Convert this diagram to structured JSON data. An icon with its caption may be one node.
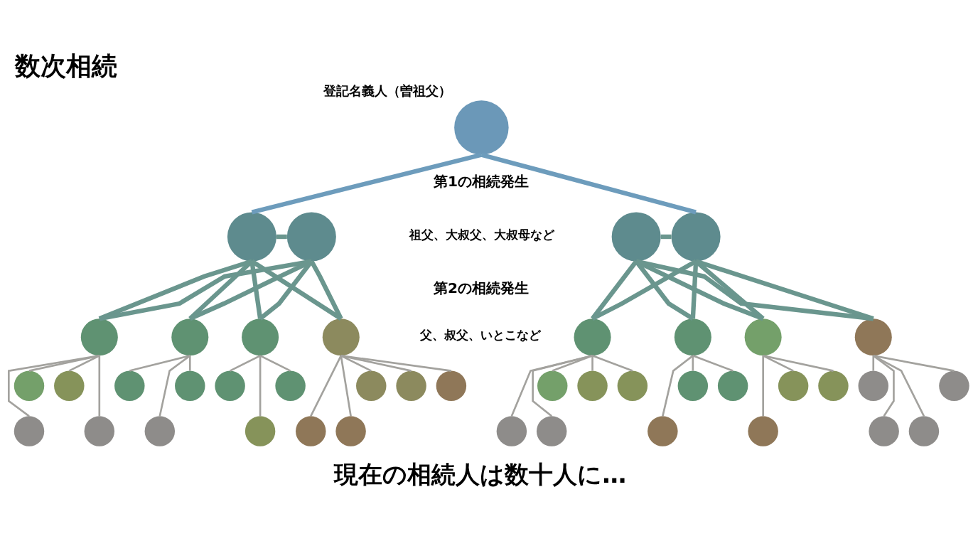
{
  "diagram": {
    "title": "数次相続",
    "caption": "現在の相続人は数十人に…",
    "nodes": [
      {
        "text": [],
        "shape": "person",
        "beside": [
          "登記名義人（曽祖父）"
        ]
      },
      {
        "text": [],
        "shape": "person"
      },
      {
        "text": [],
        "shape": "person"
      },
      {
        "text": [],
        "shape": "person"
      },
      {
        "text": [],
        "shape": "person"
      },
      {
        "text": [],
        "shape": "person"
      },
      {
        "text": [],
        "shape": "person"
      },
      {
        "text": [],
        "shape": "person"
      },
      {
        "text": [],
        "shape": "person"
      },
      {
        "text": [],
        "shape": "person"
      },
      {
        "text": [],
        "shape": "person"
      },
      {
        "text": [],
        "shape": "person"
      },
      {
        "text": [],
        "shape": "person"
      },
      {
        "text": [],
        "shape": "person"
      },
      {
        "text": [],
        "shape": "person"
      },
      {
        "text": [],
        "shape": "person"
      },
      {
        "text": [],
        "shape": "person"
      },
      {
        "text": [],
        "shape": "person"
      },
      {
        "text": [],
        "shape": "person"
      },
      {
        "text": [],
        "shape": "person"
      },
      {
        "text": [],
        "shape": "person"
      },
      {
        "text": [],
        "shape": "person"
      },
      {
        "text": [],
        "shape": "person"
      },
      {
        "text": [],
        "shape": "person"
      },
      {
        "text": [],
        "shape": "person"
      },
      {
        "text": [],
        "shape": "person"
      },
      {
        "text": [],
        "shape": "person"
      },
      {
        "text": [],
        "shape": "person"
      },
      {
        "text": [],
        "shape": "person"
      },
      {
        "text": [],
        "shape": "person"
      },
      {
        "text": [],
        "shape": "person"
      },
      {
        "text": [],
        "shape": "person"
      },
      {
        "text": [],
        "shape": "person"
      },
      {
        "text": [],
        "shape": "person"
      },
      {
        "text": [],
        "shape": "person"
      },
      {
        "text": [],
        "shape": "person"
      },
      {
        "text": [],
        "shape": "person"
      },
      {
        "text": [],
        "shape": "person"
      },
      {
        "text": [],
        "shape": "person"
      },
      {
        "text": [],
        "shape": "person"
      },
      {
        "text": [],
        "shape": "person"
      },
      {
        "text": [],
        "shape": "person"
      },
      {
        "text": [],
        "shape": "person"
      }
    ],
    "edges": [
      {
        "from": 0,
        "to": 1,
        "arrow": "none",
        "style": "thick",
        "color": "#6d9cbc"
      },
      {
        "from": 0,
        "to": 4,
        "arrow": "none",
        "style": "thick",
        "color": "#6d9cbc"
      },
      {
        "from": 1,
        "to": 2,
        "arrow": "none",
        "style": "thick",
        "color": "#6a968e"
      },
      {
        "from": 3,
        "to": 4,
        "arrow": "none",
        "style": "thick",
        "color": "#6a968e"
      },
      {
        "from": 1,
        "to": 5,
        "arrow": "none",
        "style": "thick",
        "color": "#6a968e"
      },
      {
        "from": 2,
        "to": 5,
        "arrow": "none",
        "style": "thick",
        "color": "#6a968e"
      },
      {
        "from": 1,
        "to": 6,
        "arrow": "none",
        "style": "thick",
        "color": "#6a968e"
      },
      {
        "from": 2,
        "to": 6,
        "arrow": "none",
        "style": "thick",
        "color": "#6a968e"
      },
      {
        "from": 1,
        "to": 7,
        "arrow": "none",
        "style": "thick",
        "color": "#6a968e"
      },
      {
        "from": 2,
        "to": 7,
        "arrow": "none",
        "style": "thick",
        "color": "#6a968e"
      },
      {
        "from": 1,
        "to": 8,
        "arrow": "none",
        "style": "thick",
        "color": "#6a968e"
      },
      {
        "from": 2,
        "to": 8,
        "arrow": "none",
        "style": "thick",
        "color": "#6a968e"
      },
      {
        "from": 3,
        "to": 9,
        "arrow": "none",
        "style": "thick",
        "color": "#6a968e"
      },
      {
        "from": 4,
        "to": 9,
        "arrow": "none",
        "style": "thick",
        "color": "#6a968e"
      },
      {
        "from": 3,
        "to": 10,
        "arrow": "none",
        "style": "thick",
        "color": "#6a968e"
      },
      {
        "from": 4,
        "to": 10,
        "arrow": "none",
        "style": "thick",
        "color": "#6a968e"
      },
      {
        "from": 3,
        "to": 11,
        "arrow": "none",
        "style": "thick",
        "color": "#6a968e"
      },
      {
        "from": 4,
        "to": 11,
        "arrow": "none",
        "style": "thick",
        "color": "#6a968e"
      },
      {
        "from": 3,
        "to": 12,
        "arrow": "none",
        "style": "thick",
        "color": "#6a968e"
      },
      {
        "from": 4,
        "to": 12,
        "arrow": "none",
        "style": "thick",
        "color": "#6a968e"
      },
      {
        "from": 5,
        "to": 13,
        "arrow": "none"
      },
      {
        "from": 5,
        "to": 31,
        "arrow": "none"
      },
      {
        "from": 5,
        "to": 14,
        "arrow": "none"
      },
      {
        "from": 5,
        "to": 32,
        "arrow": "none"
      },
      {
        "from": 6,
        "to": 15,
        "arrow": "none"
      },
      {
        "from": 6,
        "to": 33,
        "arrow": "none"
      },
      {
        "from": 6,
        "to": 16,
        "arrow": "none"
      },
      {
        "from": 7,
        "to": 17,
        "arrow": "none"
      },
      {
        "from": 7,
        "to": 34,
        "arrow": "none"
      },
      {
        "from": 7,
        "to": 18,
        "arrow": "none"
      },
      {
        "from": 8,
        "to": 19,
        "arrow": "none"
      },
      {
        "from": 8,
        "to": 35,
        "arrow": "none"
      },
      {
        "from": 8,
        "to": 20,
        "arrow": "none"
      },
      {
        "from": 8,
        "to": 36,
        "arrow": "none"
      },
      {
        "from": 8,
        "to": 21,
        "arrow": "none"
      },
      {
        "from": 9,
        "to": 22,
        "arrow": "none"
      },
      {
        "from": 9,
        "to": 37,
        "arrow": "none"
      },
      {
        "from": 9,
        "to": 23,
        "arrow": "none"
      },
      {
        "from": 9,
        "to": 24,
        "arrow": "none"
      },
      {
        "from": 9,
        "to": 38,
        "arrow": "none"
      },
      {
        "from": 10,
        "to": 25,
        "arrow": "none"
      },
      {
        "from": 10,
        "to": 39,
        "arrow": "none"
      },
      {
        "from": 10,
        "to": 26,
        "arrow": "none"
      },
      {
        "from": 11,
        "to": 27,
        "arrow": "none"
      },
      {
        "from": 11,
        "to": 40,
        "arrow": "none"
      },
      {
        "from": 11,
        "to": 28,
        "arrow": "none"
      },
      {
        "from": 12,
        "to": 41,
        "arrow": "none"
      },
      {
        "from": 12,
        "to": 29,
        "arrow": "none"
      },
      {
        "from": 12,
        "to": 42,
        "arrow": "none"
      },
      {
        "from": 12,
        "to": 30,
        "arrow": "none"
      }
    ],
    "labels": [
      "第1の相続発生",
      "祖父、大叔父、大叔母など",
      "第2の相続発生",
      "父、叔父、いとこなど"
    ]
  }
}
